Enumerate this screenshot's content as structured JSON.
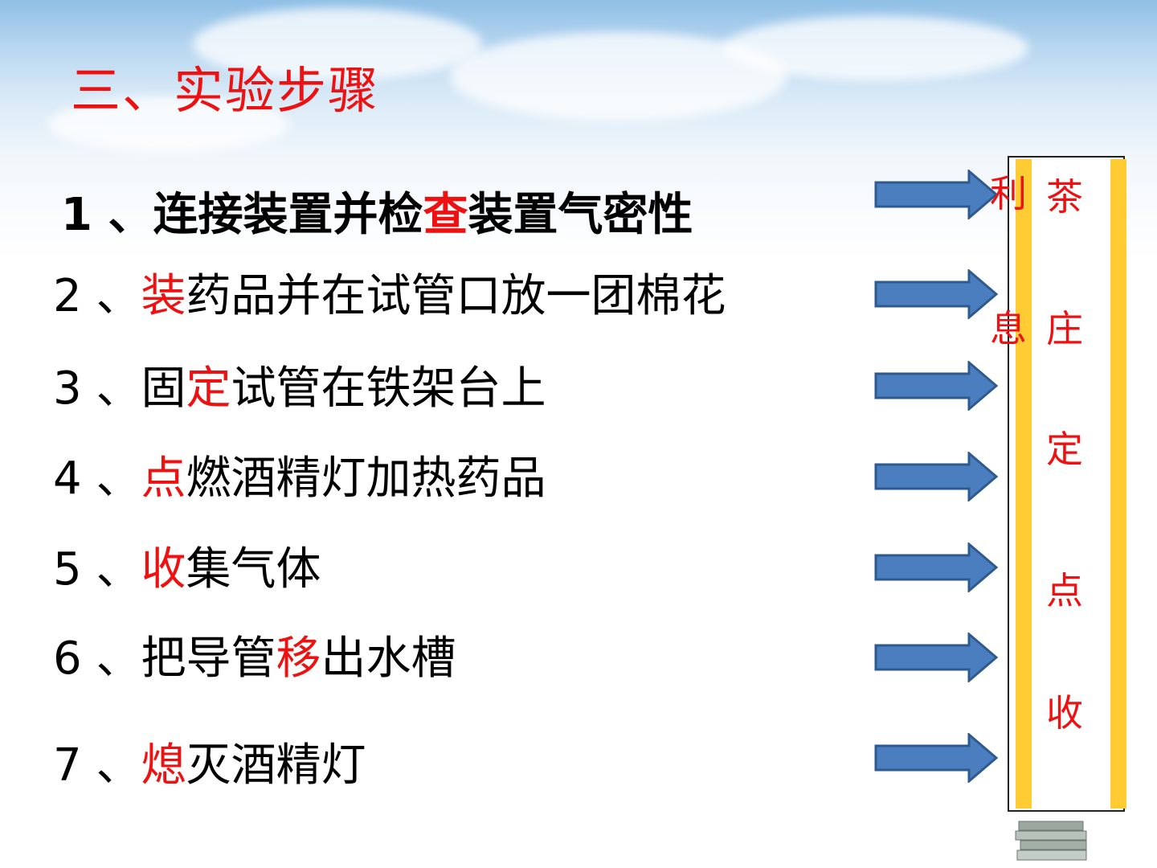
{
  "title": "三、实验步骤",
  "steps": [
    {
      "num": "1",
      "sep": " 、",
      "pre": "连接装置并检",
      "key": "查",
      "post": "装置气密性"
    },
    {
      "num": "2",
      "sep": " 、",
      "pre": "",
      "key": "装",
      "post": "药品并在试管口放一团棉花"
    },
    {
      "num": "3",
      "sep": " 、",
      "pre": "固",
      "key": "定",
      "post": "试管在铁架台上"
    },
    {
      "num": "4",
      "sep": " 、",
      "pre": "",
      "key": "点",
      "post": "燃酒精灯加热药品"
    },
    {
      "num": "5",
      "sep": " 、",
      "pre": "",
      "key": "收",
      "post": "集气体"
    },
    {
      "num": "6",
      "sep": " 、",
      "pre": "把导管",
      "key": "移",
      "post": "出水槽"
    },
    {
      "num": "7",
      "sep": " 、",
      "pre": "",
      "key": "熄",
      "post": "灭酒精灯"
    }
  ],
  "mnemonic": {
    "column_right": [
      "茶",
      "庄",
      "定",
      "点",
      "收"
    ],
    "column_left": [
      "利",
      "息"
    ]
  },
  "colors": {
    "highlight": "#ee1111",
    "arrow_fill": "#4a7ebf",
    "arrow_stroke": "#2f5a8f",
    "stripe": "#ffcc33"
  }
}
